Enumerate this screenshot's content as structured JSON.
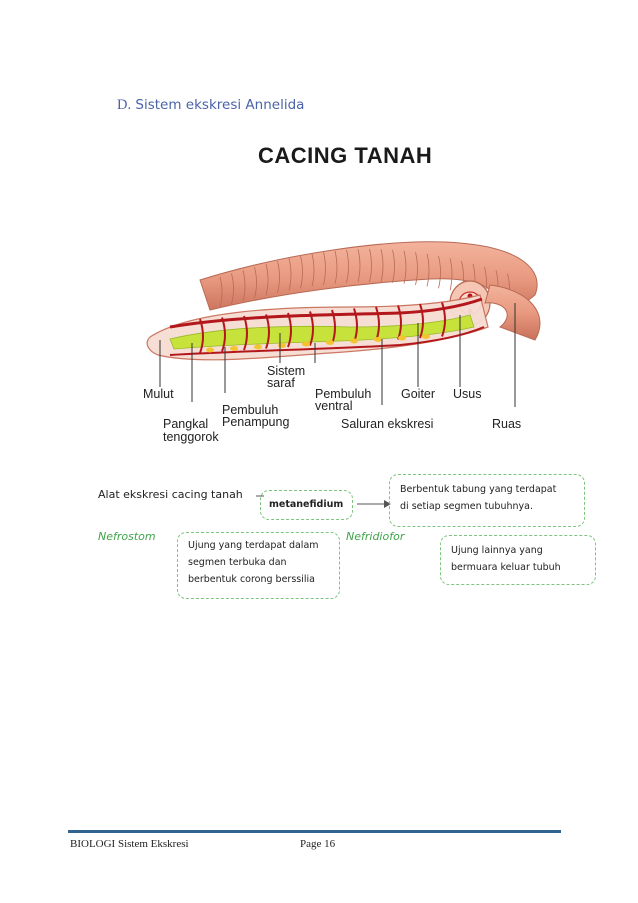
{
  "section": {
    "letter": "D.",
    "title": "Sistem ekskresi Annelida"
  },
  "figure": {
    "title": "CACING TANAH",
    "labels": {
      "mulut": "Mulut",
      "pangkal": "Pangkal",
      "tenggorok": "tenggorok",
      "sistem": "Sistem",
      "saraf": "saraf",
      "pembuluh_penampung_1": "Pembuluh",
      "pembuluh_penampung_2": "Penampung",
      "pembuluh_ventral_1": "Pembuluh",
      "pembuluh_ventral_2": "ventral",
      "goiter": "Goiter",
      "usus": "Usus",
      "saluran_ekskresi": "Saluran ekskresi",
      "ruas": "Ruas"
    },
    "colors": {
      "body": "#e89a80",
      "body_dark": "#c9705a",
      "vessel": "#b3171b",
      "gut": "#c7e23a",
      "gland": "#f4c430"
    }
  },
  "diagram": {
    "intro": "Alat ekskresi cacing tanah",
    "center_label": "metanefidium",
    "description": [
      "Berbentuk tabung yang terdapat",
      "di setiap segmen tubuhnya."
    ],
    "nefrostom": {
      "title": "Nefrostom",
      "lines": [
        "Ujung yang terdapat dalam",
        "segmen terbuka dan",
        "berbentuk corong berssilia"
      ]
    },
    "nefridiofor": {
      "title": "Nefridiofor",
      "lines": [
        "Ujung lainnya yang",
        "bermuara keluar tubuh"
      ]
    }
  },
  "footer": {
    "left": "BIOLOGI  Sistem Ekskresi",
    "page": "Page 16"
  }
}
